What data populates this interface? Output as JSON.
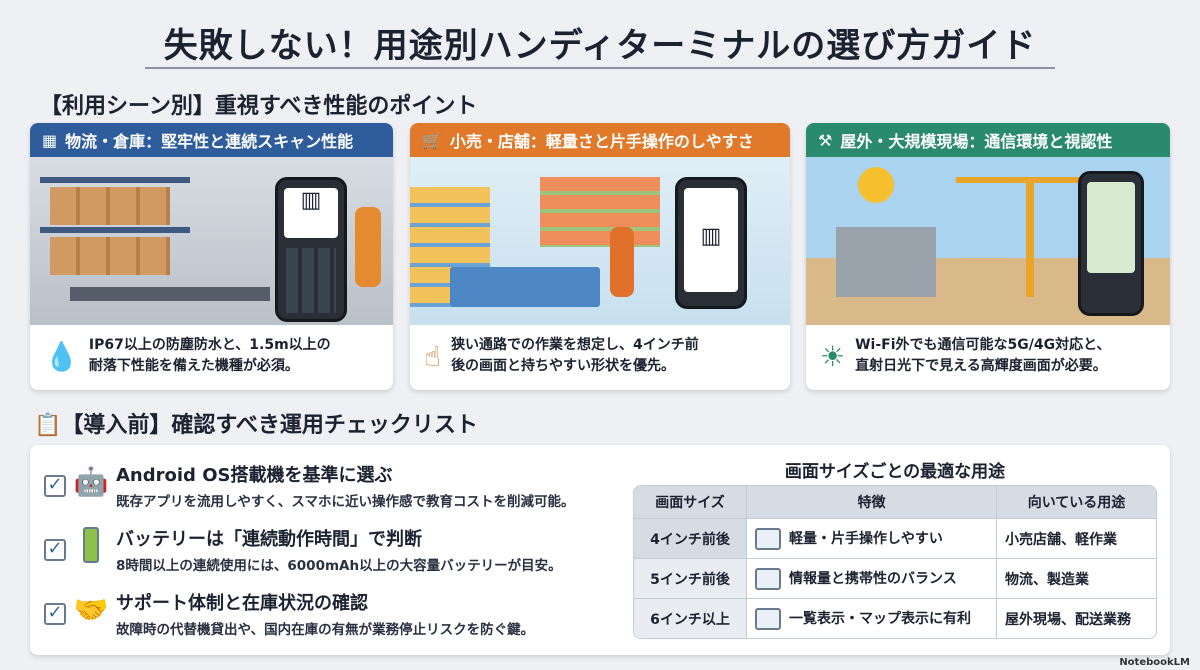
{
  "title": "失敗しない！用途別ハンディターミナルの選び方ガイド",
  "section1": "【利用シーン別】重視すべき性能のポイント",
  "cards": [
    {
      "header": "物流・倉庫：堅牢性と連続スキャン性能",
      "text1": "IP67以上の防塵防水と、1.5m以上の",
      "text2": "耐落下性能を備えた機種が必須。",
      "color": "#2f5d9c",
      "icon": "warehouse-icon",
      "text_icon": "water-drop-icon"
    },
    {
      "header": "小売・店舗：軽量さと片手操作のしやすさ",
      "text1": "狭い通路での作業を想定し、4インチ前",
      "text2": "後の画面と持ちやすい形状を優先。",
      "color": "#e07a2a",
      "icon": "shopping-cart-icon",
      "text_icon": "tap-hand-icon"
    },
    {
      "header": "屋外・大規模現場：通信環境と視認性",
      "text1": "Wi-Fi外でも通信可能な5G/4G対応と、",
      "text2": "直射日光下で見える高輝度画面が必要。",
      "color": "#2a8a6c",
      "icon": "crane-icon",
      "text_icon": "sun-icon"
    }
  ],
  "section2": "【導入前】確認すべき運用チェックリスト",
  "checklist": [
    {
      "title": "Android OS搭載機を基準に選ぶ",
      "desc": "既存アプリを流用しやすく、スマホに近い操作感で教育コストを削減可能。"
    },
    {
      "title": "バッテリーは「連続動作時間」で判断",
      "desc": "8時間以上の連続使用には、6000mAh以上の大容量バッテリーが目安。"
    },
    {
      "title": "サポート体制と在庫状況の確認",
      "desc": "故障時の代替機貸出や、国内在庫の有無が業務停止リスクを防ぐ鍵。"
    }
  ],
  "table": {
    "title": "画面サイズごとの最適な用途",
    "headers": [
      "画面サイズ",
      "特徴",
      "向いている用途"
    ],
    "rows": [
      [
        "4インチ前後",
        "軽量・片手操作しやすい",
        "小売店舗、軽作業"
      ],
      [
        "5インチ前後",
        "情報量と携帯性のバランス",
        "物流、製造業"
      ],
      [
        "6インチ以上",
        "一覧表示・マップ表示に有利",
        "屋外現場、配送業務"
      ]
    ]
  },
  "brand": "NotebookLM"
}
